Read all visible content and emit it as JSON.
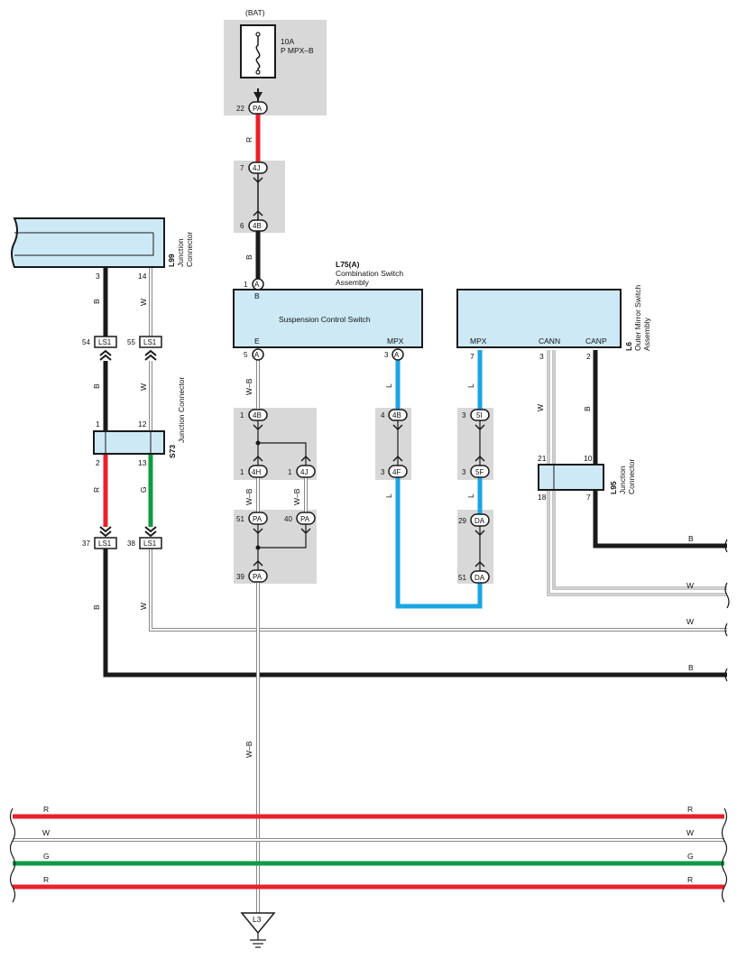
{
  "colors": {
    "red": "#e8212b",
    "black": "#1a1a1a",
    "blue": "#1aa5e4",
    "green": "#119944",
    "grey_panel": "#d8d8d8",
    "component_fill": "#cde9f6"
  },
  "fuse": {
    "source": "(BAT)",
    "rating": "10A",
    "name": "P MPX–B"
  },
  "components": {
    "l99": {
      "id": "L99",
      "line1": "Junction",
      "line2": "Connector"
    },
    "l75": {
      "id": "L75(A)",
      "line1": "Combination Switch",
      "line2": "Assembly",
      "title": "Suspension Control Switch",
      "pin_b": "B",
      "pin_e": "E",
      "pin_mpx": "MPX"
    },
    "l6": {
      "id": "L6",
      "line1": "Outer Mirror Switch",
      "line2": "Assembly",
      "pin_mpx": "MPX",
      "pin_cann": "CANN",
      "pin_canp": "CANP"
    },
    "s73": {
      "id": "S73",
      "label": "Junction Connector"
    },
    "l95": {
      "id": "L95",
      "line1": "Junction",
      "line2": "Connector"
    },
    "ground": "L3"
  },
  "pins": {
    "pa22": "22",
    "pa": "PA",
    "j7": "7",
    "j4j": "4J",
    "j6": "6",
    "j4b": "4B",
    "a1": "1",
    "a": "A",
    "a5": "5",
    "a3": "3",
    "l99_3": "3",
    "l99_14": "14",
    "ls1": "LS1",
    "ls54": "54",
    "ls55": "55",
    "ls37": "37",
    "ls38": "38",
    "s73_1": "1",
    "s73_12": "12",
    "s73_2": "2",
    "s73_13": "13",
    "e4b_1": "1",
    "e4h_1": "1",
    "h4h": "4H",
    "e4j_1": "1",
    "pa51": "51",
    "pa40": "40",
    "pa39": "39",
    "m4b_4": "4",
    "m4f_3": "3",
    "f4f": "4F",
    "r5i_3": "3",
    "i5i": "5I",
    "r5f_3": "3",
    "f5f": "5F",
    "da29": "29",
    "da51": "51",
    "da": "DA",
    "l6_7": "7",
    "l6_3": "3",
    "l6_2": "2",
    "l95_21": "21",
    "l95_10": "10",
    "l95_18": "18",
    "l95_7": "7"
  },
  "wires": {
    "r": "R",
    "b": "B",
    "w": "W",
    "g": "G",
    "l": "L",
    "wb": "W–B"
  }
}
